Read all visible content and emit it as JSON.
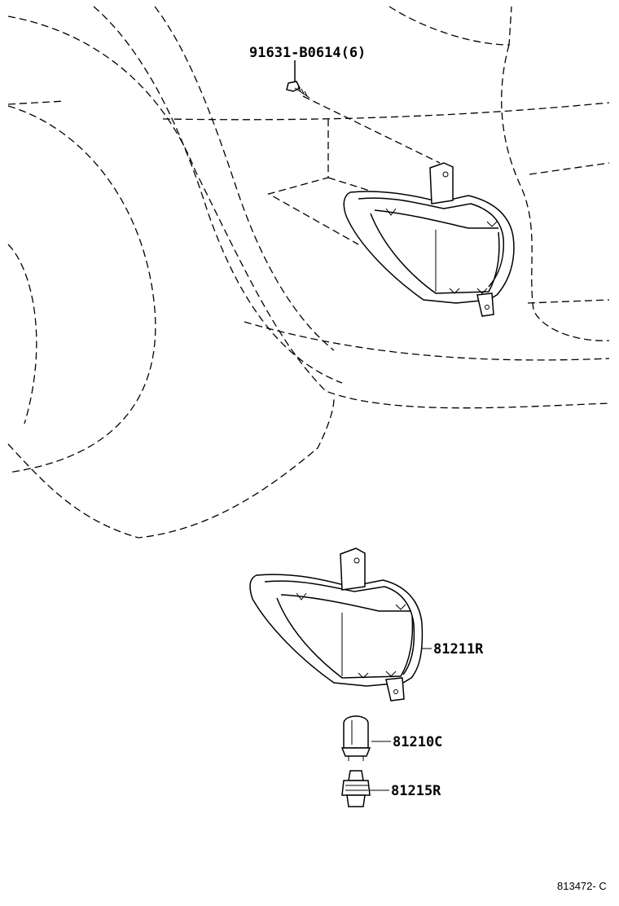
{
  "parts": [
    {
      "id": "bolt",
      "label": "91631-B0614(6)"
    },
    {
      "id": "lamp",
      "label": "81211R"
    },
    {
      "id": "bulb",
      "label": "81210C"
    },
    {
      "id": "socket",
      "label": "81215R"
    }
  ],
  "figure_ref": "813472- C"
}
